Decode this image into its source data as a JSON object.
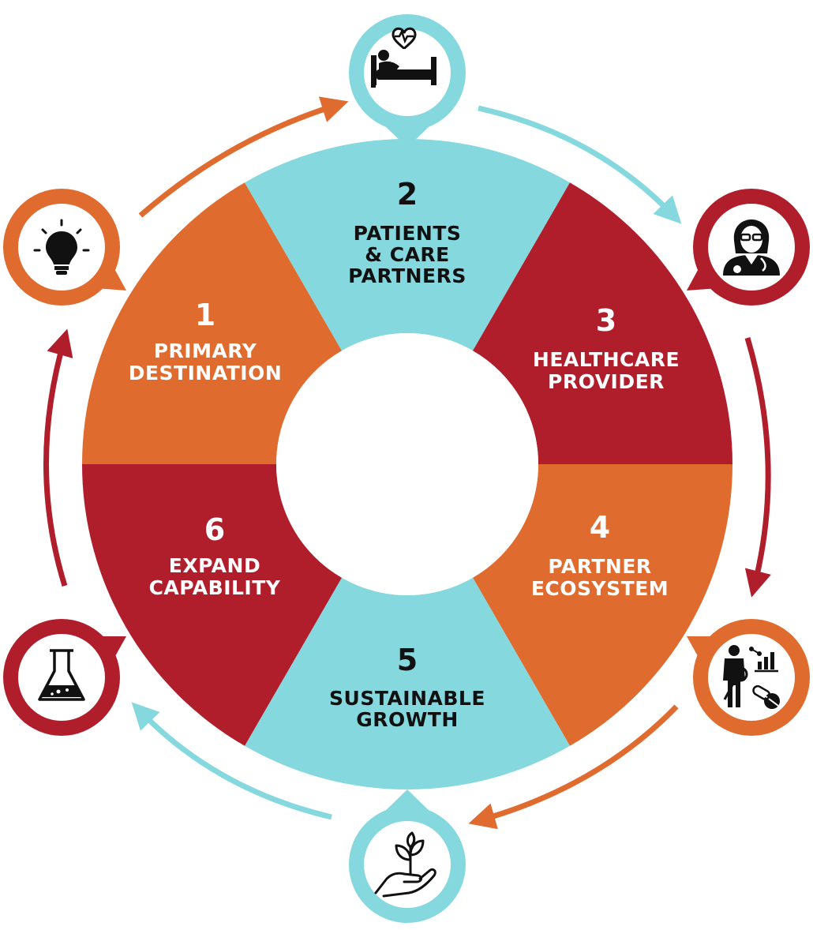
{
  "colors": {
    "orange": "#E06B2F",
    "teal": "#86D8DF",
    "red": "#B11E2B",
    "dark": "#111111",
    "white": "#FFFFFF"
  },
  "segments": [
    {
      "number": "1",
      "lines": [
        "PRIMARY",
        "DESTINATION"
      ],
      "color": "orange",
      "text_color": "white"
    },
    {
      "number": "2",
      "lines": [
        "PATIENTS",
        "& CARE",
        "PARTNERS"
      ],
      "color": "teal",
      "text_color": "dark"
    },
    {
      "number": "3",
      "lines": [
        "HEALTHCARE",
        "PROVIDER"
      ],
      "color": "red",
      "text_color": "white"
    },
    {
      "number": "4",
      "lines": [
        "PARTNER",
        "ECOSYSTEM"
      ],
      "color": "orange",
      "text_color": "white"
    },
    {
      "number": "5",
      "lines": [
        "SUSTAINABLE",
        "GROWTH"
      ],
      "color": "teal",
      "text_color": "dark"
    },
    {
      "number": "6",
      "lines": [
        "EXPAND",
        "CAPABILITY"
      ],
      "color": "red",
      "text_color": "white"
    }
  ],
  "markers": [
    {
      "icon": "patient-bed-heartbeat-icon",
      "color": "teal"
    },
    {
      "icon": "doctor-icon",
      "color": "red"
    },
    {
      "icon": "researcher-data-pills-icon",
      "color": "orange"
    },
    {
      "icon": "hand-plant-icon",
      "color": "teal"
    },
    {
      "icon": "lab-flask-icon",
      "color": "red"
    },
    {
      "icon": "lightbulb-icon",
      "color": "orange"
    }
  ],
  "arrows": [
    {
      "from": "1",
      "to": "2",
      "color": "orange"
    },
    {
      "from": "2",
      "to": "3",
      "color": "teal"
    },
    {
      "from": "3",
      "to": "4",
      "color": "red"
    },
    {
      "from": "4",
      "to": "5",
      "color": "orange"
    },
    {
      "from": "5",
      "to": "6",
      "color": "teal"
    },
    {
      "from": "6",
      "to": "1",
      "color": "red"
    }
  ]
}
